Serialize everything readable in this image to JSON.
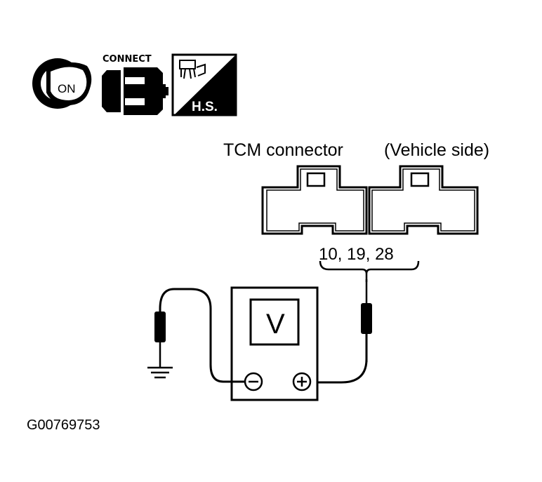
{
  "icons": {
    "ignition": {
      "name": "ignition-key-on-icon",
      "label": "ON"
    },
    "connect": {
      "name": "connector-connect-icon",
      "label": "CONNECT"
    },
    "harness": {
      "name": "harness-side-icon",
      "label": "H.S."
    }
  },
  "connector": {
    "title": "TCM connector",
    "side": "(Vehicle side)",
    "terminals": "10, 19, 28"
  },
  "meter": {
    "display": "V",
    "negative_symbol": "⊖",
    "positive_symbol": "⊕"
  },
  "figure_id": "G00769753"
}
